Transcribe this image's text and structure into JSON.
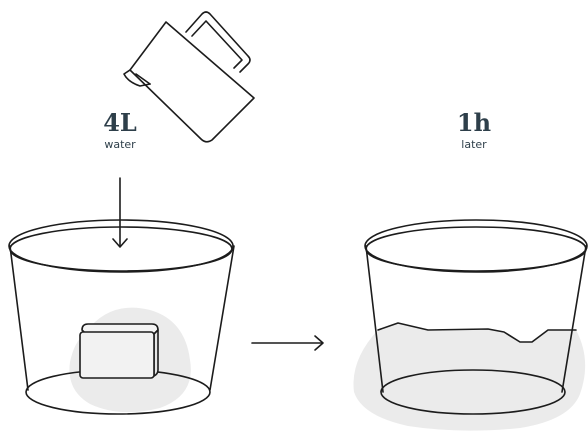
{
  "step1": {
    "amount": "4L",
    "unit": "water"
  },
  "step2": {
    "time": "1h",
    "note": "later"
  },
  "icons": {
    "pitcher": "pitcher-icon",
    "left_bucket": "bucket-with-block-icon",
    "right_bucket": "bucket-with-water-icon",
    "arrow": "arrow-right-icon",
    "pour_arrow": "arrow-down-icon"
  }
}
